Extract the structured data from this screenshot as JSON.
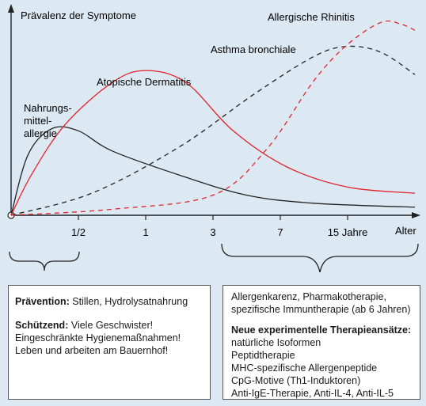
{
  "chart_data": {
    "type": "line",
    "ylabel": "Prävalenz der Symptome",
    "xlabel": "Alter",
    "x_ticks": [
      "1/2",
      "1",
      "3",
      "7",
      "15 Jahre"
    ],
    "xlim": [
      0,
      6
    ],
    "ylim": [
      0,
      100
    ],
    "series": [
      {
        "name": "Nahrungs-\nmittel-\nallergie",
        "color": "#222222",
        "dash": false,
        "points": [
          [
            0,
            0
          ],
          [
            0.25,
            30
          ],
          [
            0.6,
            43
          ],
          [
            1,
            42
          ],
          [
            1.5,
            32
          ],
          [
            2.5,
            20
          ],
          [
            3.5,
            10
          ],
          [
            4.5,
            6
          ],
          [
            6,
            4
          ]
        ]
      },
      {
        "name": "Atopische Dermatitis",
        "color": "#e2232b",
        "dash": false,
        "points": [
          [
            0,
            0
          ],
          [
            0.3,
            20
          ],
          [
            0.8,
            45
          ],
          [
            1.5,
            66
          ],
          [
            2,
            72
          ],
          [
            2.6,
            66
          ],
          [
            3.3,
            42
          ],
          [
            4.1,
            24
          ],
          [
            5,
            14
          ],
          [
            6,
            11
          ]
        ]
      },
      {
        "name": "Asthma bronchiale",
        "color": "#222222",
        "dash": true,
        "points": [
          [
            0,
            0
          ],
          [
            1.2,
            11
          ],
          [
            2.5,
            34
          ],
          [
            3.6,
            60
          ],
          [
            4.5,
            79
          ],
          [
            5,
            84
          ],
          [
            5.5,
            81
          ],
          [
            6,
            70
          ]
        ]
      },
      {
        "name": "Allergische Rhinitis",
        "color": "#e2232b",
        "dash": true,
        "points": [
          [
            0,
            0
          ],
          [
            1.5,
            3
          ],
          [
            3,
            10
          ],
          [
            3.8,
            33
          ],
          [
            4.5,
            67
          ],
          [
            5,
            85
          ],
          [
            5.5,
            96
          ],
          [
            5.8,
            95
          ],
          [
            6,
            92
          ]
        ]
      }
    ],
    "grid": false
  },
  "boxes": {
    "left": {
      "praevention_label": "Prävention:",
      "praevention_text": " Stillen, Hydrolysatnahrung",
      "schuetzend_label": "Schützend:",
      "schuetzend_text": " Viele Geschwister!",
      "line2": "Eingeschränkte Hygienemaßnahmen!",
      "line3": "Leben und arbeiten am Bauernhof!"
    },
    "right": {
      "line1": "Allergenkarenz, Pharmakotherapie,",
      "line2": "spezifische Immuntherapie (ab 6 Jahren)",
      "heading": "Neue experimentelle Therapieansätze:",
      "items": [
        "natürliche Isoformen",
        "Peptidtherapie",
        "MHC-spezifische Allergenpeptide",
        "CpG-Motive (Th1-Induktoren)",
        "Anti-IgE-Therapie, Anti-IL-4, Anti-IL-5"
      ]
    }
  }
}
